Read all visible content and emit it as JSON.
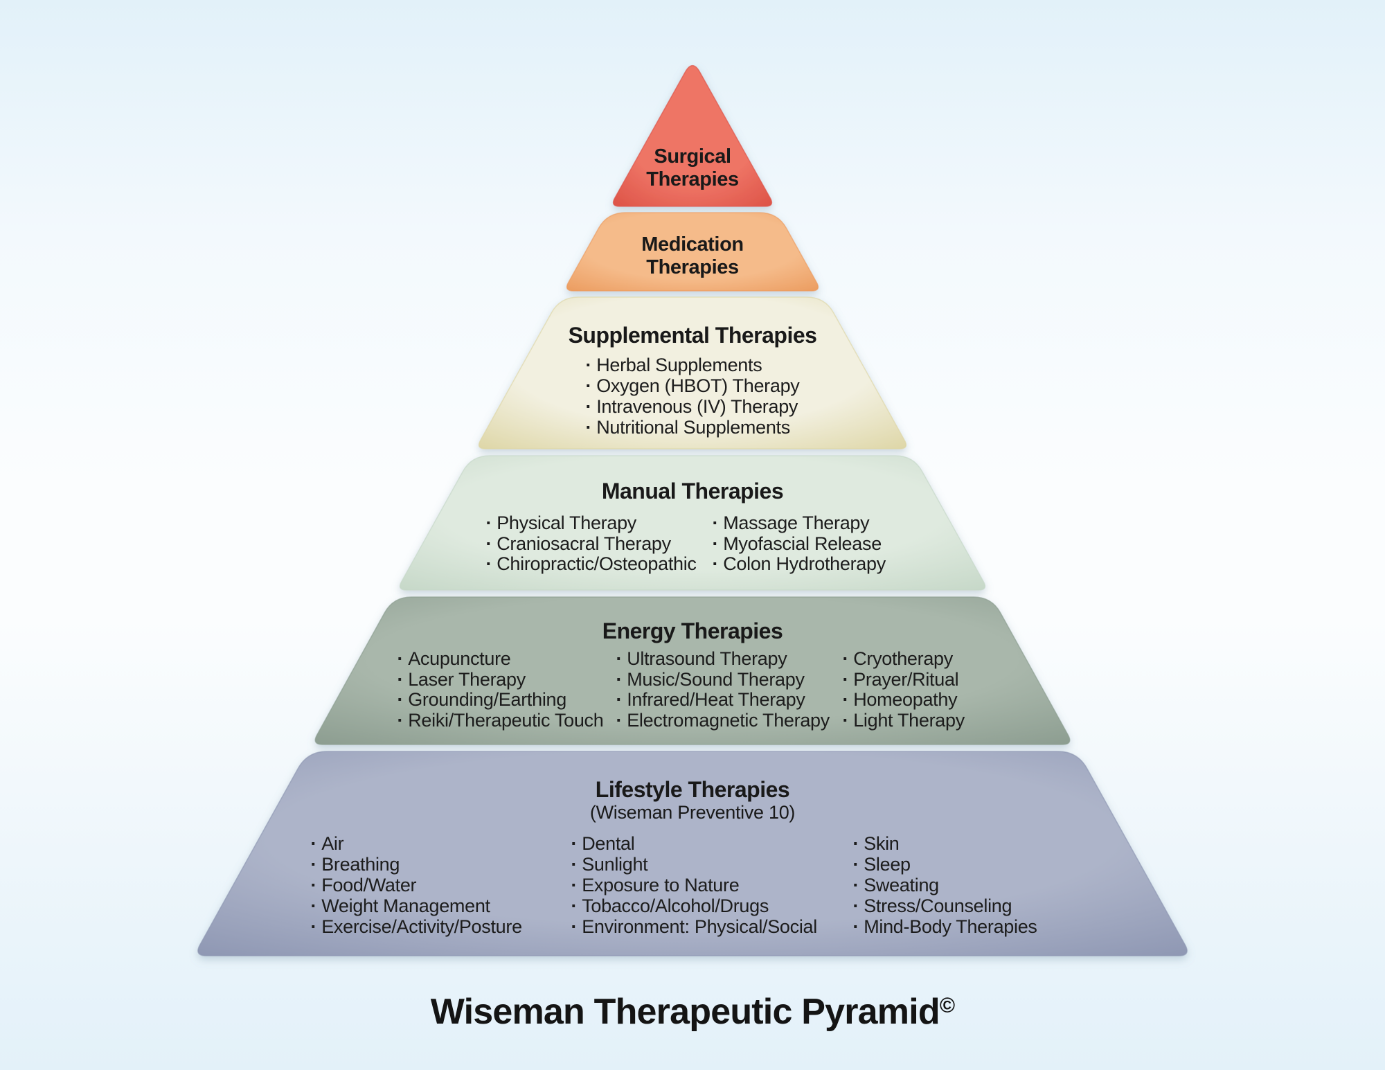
{
  "diagram_title": {
    "text": "Wiseman Therapeutic Pyramid",
    "symbol": "©"
  },
  "bullet": "·",
  "background": {
    "top": "#e2f1f9",
    "upper_mid": "#f3f9fd",
    "middle": "#fbfdfe",
    "lower_mid": "#eef6fb",
    "bottom": "#e3f1f9"
  },
  "levels": [
    {
      "id": "surgical",
      "title_lines": [
        "Surgical",
        "Therapies"
      ],
      "colors": {
        "center": "#ee7465",
        "edge": "#dc5145"
      }
    },
    {
      "id": "medication",
      "title_lines": [
        "Medication",
        "Therapies"
      ],
      "colors": {
        "center": "#f5bb8a",
        "edge": "#eb9b5e"
      }
    },
    {
      "id": "supplemental",
      "title": "Supplemental Therapies",
      "items": [
        "Herbal Supplements",
        "Oxygen (HBOT) Therapy",
        "Intravenous (IV) Therapy",
        "Nutritional Supplements"
      ],
      "colors": {
        "center": "#f2f0e0",
        "edge": "#ddd5a4"
      }
    },
    {
      "id": "manual",
      "title": "Manual Therapies",
      "columns": [
        [
          "Physical Therapy",
          "Craniosacral Therapy",
          "Chiropractic/Osteopathic"
        ],
        [
          "Massage Therapy",
          "Myofascial Release",
          "Colon Hydrotherapy"
        ]
      ],
      "colors": {
        "center": "#dfeadf",
        "edge": "#c5d7c7"
      }
    },
    {
      "id": "energy",
      "title": "Energy Therapies",
      "columns": [
        [
          "Acupuncture",
          "Laser Therapy",
          "Grounding/Earthing",
          "Reiki/Therapeutic Touch"
        ],
        [
          "Ultrasound Therapy",
          "Music/Sound Therapy",
          "Infrared/Heat Therapy",
          "Electromagnetic Therapy"
        ],
        [
          "Cryotherapy",
          "Prayer/Ritual",
          "Homeopathy",
          "Light Therapy"
        ]
      ],
      "colors": {
        "center": "#a9b7ab",
        "edge": "#8b9c8f"
      }
    },
    {
      "id": "lifestyle",
      "title": "Lifestyle Therapies",
      "subtitle": "(Wiseman Preventive 10)",
      "columns": [
        [
          "Air",
          "Breathing",
          "Food/Water",
          "Weight Management",
          "Exercise/Activity/Posture"
        ],
        [
          "Dental",
          "Sunlight",
          "Exposure to Nature",
          "Tobacco/Alcohol/Drugs",
          "Environment: Physical/Social"
        ],
        [
          "Skin",
          "Sleep",
          "Sweating",
          "Stress/Counseling",
          "Mind-Body Therapies"
        ]
      ],
      "colors": {
        "center": "#adb4c9",
        "edge": "#8d96b2"
      }
    }
  ]
}
